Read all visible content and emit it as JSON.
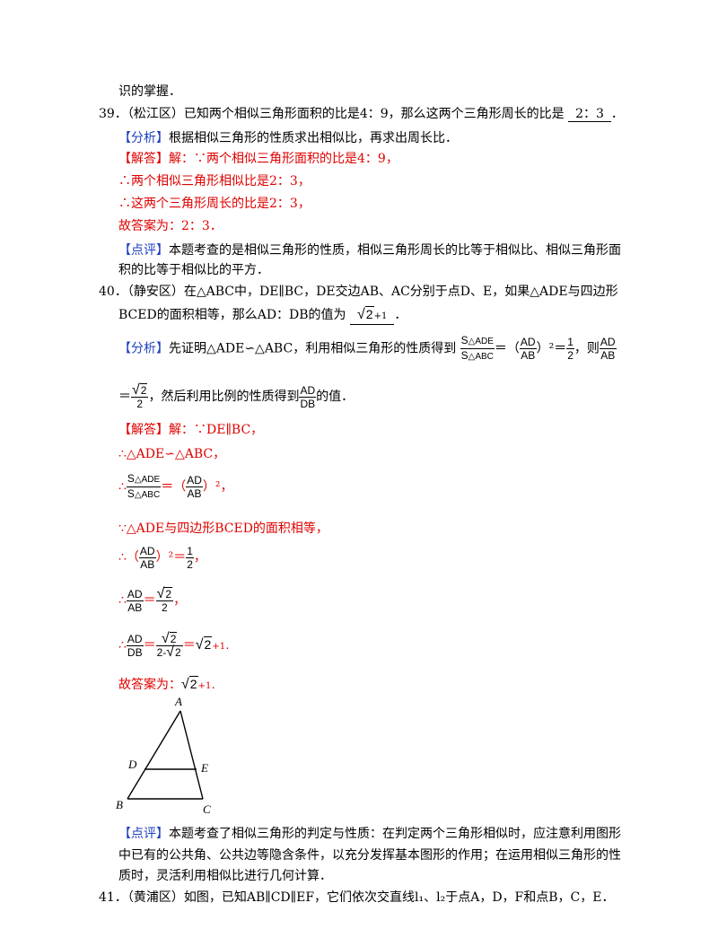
{
  "q38_tail": "识的掌握．",
  "q39": {
    "num": "39．",
    "stem": "（松江区）已知两个相似三角形面积的比是4：9，那么这两个三角形周长的比是",
    "answer": "2：3",
    "end": "．",
    "analysis_tag": "【分析】",
    "analysis": "根据相似三角形的性质求出相似比，再求出周长比．",
    "solution_tag": "【解答】",
    "solution_lines": [
      "解：∵两个相似三角形面积的比是4：9，",
      "∴两个相似三角形相似比是2：3，",
      "∴这两个三角形周长的比是2：3，",
      "故答案为：2：3．"
    ],
    "comment_tag": "【点评】",
    "comment_1": "本题考查的是相似三角形的性质，相似三角形周长的比等于相似比、相似三角形面",
    "comment_2": "积的比等于相似比的平方．"
  },
  "q40": {
    "num": "40．",
    "stem_1": "（静安区）在△ABC中，DE∥BC，DE交边AB、AC分别于点D、E，如果△ADE与四边形",
    "stem_2": "BCED的面积相等，那么AD：DB的值为",
    "answer_tail": "+1",
    "analysis_tag": "【分析】",
    "analysis_1": "先证明△ADE∽△ABC，利用相似三角形的性质得到",
    "analysis_eq": "＝（",
    "analysis_sq": "）²＝",
    "analysis_then": "，则",
    "analysis_2b": "，然后利用比例的性质得到",
    "analysis_2c": "的值．",
    "solution_tag": "【解答】",
    "sol_1": "解：∵DE∥BC，",
    "sol_2": "∴△ADE∽△ABC，",
    "sol_4": "∵△ADE与四边形BCED的面积相等，",
    "therefore": "∴",
    "eq": "＝",
    "lparen": "（",
    "sq_eq": "）²＝",
    "sq_end": "）²，",
    "comma": "，",
    "plus1": "+1．",
    "final_prefix": "故答案为：",
    "final_tail": "+1．",
    "frac": {
      "s_ade": "S",
      "s_ade_sub": "△ADE",
      "s_abc": "S",
      "s_abc_sub": "△ABC",
      "ad": "AD",
      "ab": "AB",
      "db": "DB",
      "one": "1",
      "two": "2",
      "root_two": "2",
      "two_minus": "2-"
    },
    "figure_labels": {
      "A": "A",
      "B": "B",
      "C": "C",
      "D": "D",
      "E": "E"
    },
    "comment_tag": "【点评】",
    "comment_1": "本题考查了相似三角形的判定与性质：在判定两个三角形相似时，应注意利用图形",
    "comment_2": "中已有的公共角、公共边等隐含条件，以充分发挥基本图形的作用；在运用相似三角形的性",
    "comment_3": "质时，灵活利用相似比进行几何计算．"
  },
  "q41": {
    "num": "41．",
    "stem": "（黄浦区）如图，已知AB∥CD∥EF，它们依次交直线l₁、l₂于点A，D，F和点B，C，E．"
  }
}
